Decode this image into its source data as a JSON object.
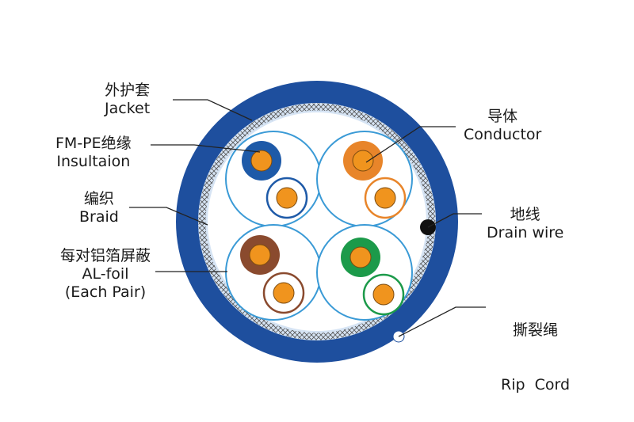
{
  "labels": {
    "jacket": {
      "zh": "外护套",
      "en": "Jacket"
    },
    "insulation": {
      "zh": "FM-PE绝缘",
      "en": "Insultaion"
    },
    "braid": {
      "zh": "编织",
      "en": "Braid"
    },
    "foil": {
      "zh": "每对铝箔屏蔽",
      "en": "AL-foil",
      "en2": "(Each Pair)"
    },
    "conductor": {
      "zh": "导体",
      "en": "Conductor"
    },
    "drain": {
      "zh": "地线",
      "en": "Drain wire"
    },
    "ripcord": {
      "zh": "撕裂绳",
      "en": "Rip  Cord"
    }
  },
  "colors": {
    "jacket": "#1e4f9e",
    "jacket_light": "#cfe0f3",
    "foil_ring": "#3a9ad6",
    "copper": "#f0941e",
    "pair_blue": "#1e5aa8",
    "pair_orange": "#e8852a",
    "pair_brown": "#8a4a2e",
    "pair_green": "#1c9a4a"
  }
}
